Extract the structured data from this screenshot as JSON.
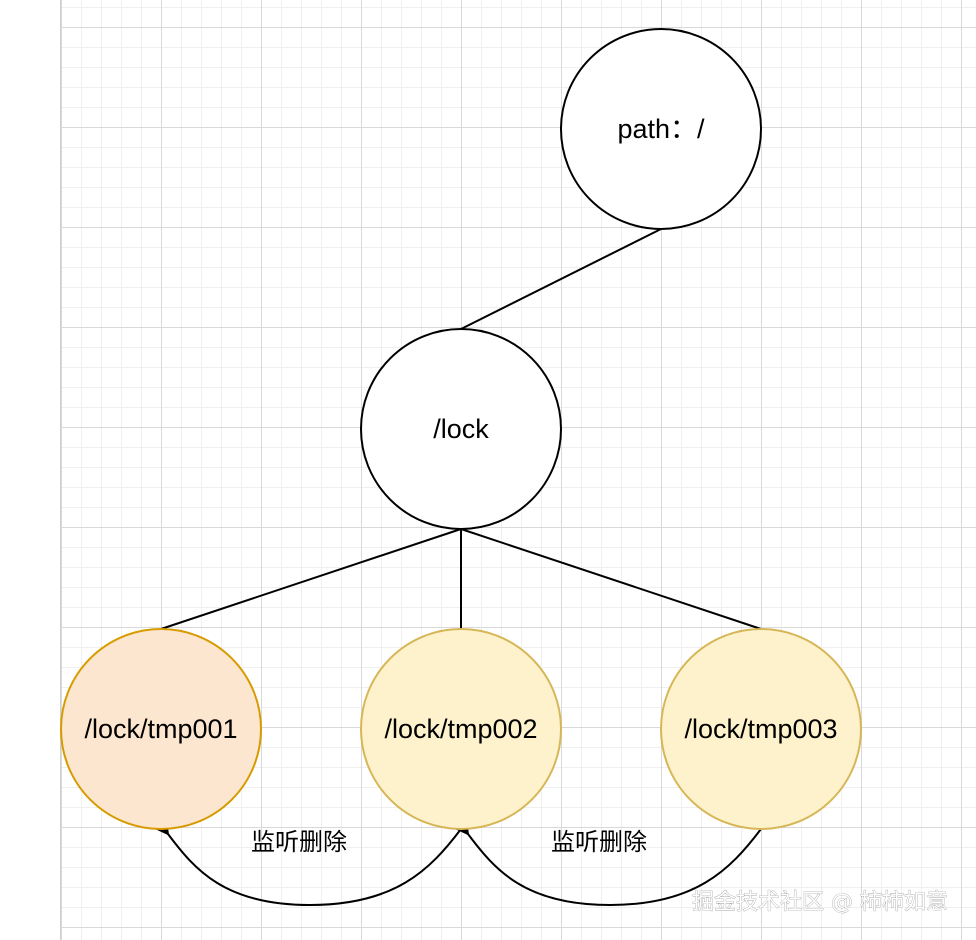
{
  "nodes": {
    "root": {
      "label": "path：/"
    },
    "lock": {
      "label": "/lock"
    },
    "tmp001": {
      "label": "/lock/tmp001",
      "fill": "#fce6cf",
      "stroke": "#d79b00"
    },
    "tmp002": {
      "label": "/lock/tmp002",
      "fill": "#fdf2cc",
      "stroke": "#d6b656"
    },
    "tmp003": {
      "label": "/lock/tmp003",
      "fill": "#fdf2cc",
      "stroke": "#d6b656"
    }
  },
  "edges": {
    "watch_1": {
      "label": "监听删除"
    },
    "watch_2": {
      "label": "监听删除"
    }
  },
  "watermark": "掘金技术社区 @ 柿柿如意"
}
